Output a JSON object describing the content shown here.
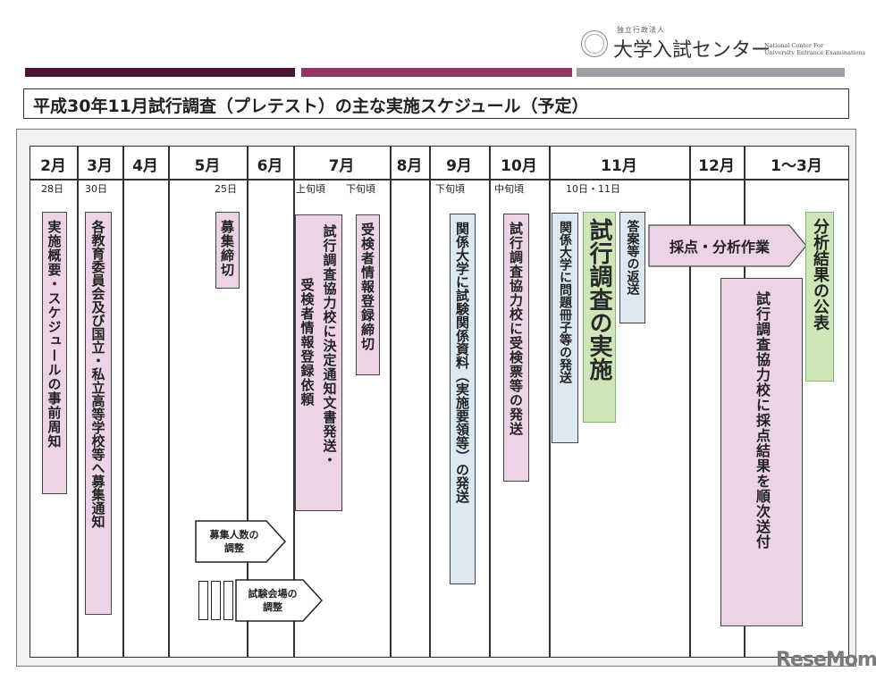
{
  "header": {
    "org_sub": "独立行政法人",
    "org_name": "大学入試センター",
    "org_en_line1": "National Center For",
    "org_en_line2": "University Entrance Examinations",
    "bar_colors": [
      "#4a1535",
      "#913563",
      "#9aa0a6"
    ]
  },
  "title": "平成30年11月試行調査（プレテスト）の主な実施スケジュール（予定）",
  "table": {
    "months": [
      "2月",
      "3月",
      "4月",
      "5月",
      "6月",
      "7月",
      "8月",
      "9月",
      "10月",
      "11月",
      "12月",
      "1〜3月"
    ],
    "dates": {
      "feb": "28日",
      "mar": "30日",
      "may": "25日",
      "jul_early": "上旬頃",
      "jul_late": "下旬頃",
      "sep": "下旬頃",
      "oct": "中旬頃",
      "nov": "10日・11日"
    }
  },
  "events": {
    "feb": "実施概要・スケジュールの事前周知",
    "mar": "各教育委員会及び国立・私立高等学校等へ募集通知",
    "may": "募集締切",
    "may_arrow": {
      "line1": "募集人数の",
      "line2": "調整"
    },
    "jun_arrow": {
      "line1": "試験会場の",
      "line2": "調整"
    },
    "jul_col1": "試行調査協力校に決定通知文書発送・",
    "jul_col2": "受検者情報登録依頼",
    "jul_late": "受検者情報登録締切",
    "sep": "関係大学に試験関係資料（実施要領等）の発送",
    "oct": "試行調査協力校に受検票等の発送",
    "nov_send": "関係大学に問題冊子等の発送",
    "nov_main": "試行調査の実施",
    "nov_return": "答案等の返送",
    "scoring_arrow": "採点・分析作業",
    "results_send": "試行調査協力校に採点結果を順次送付",
    "results_publish": "分析結果の公表"
  },
  "colors": {
    "pink": "#ecd3e6",
    "blue": "#dde9f2",
    "green": "#cfe6b8"
  },
  "watermark": "ReseMom"
}
